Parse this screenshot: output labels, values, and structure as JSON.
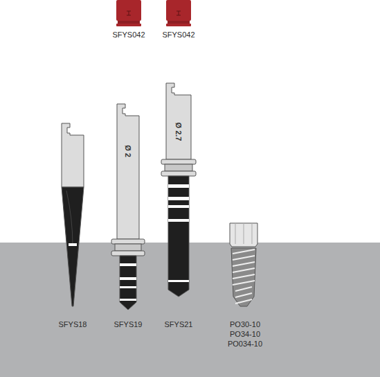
{
  "diagram": {
    "labels": [
      "SFYS042",
      "SFYS042",
      "Ø 2",
      "Ø 2.7",
      "SFYS18",
      "SFYS19",
      "SFYS21",
      "PO30-10",
      "PO34-10",
      "PO034-10"
    ]
  }
}
